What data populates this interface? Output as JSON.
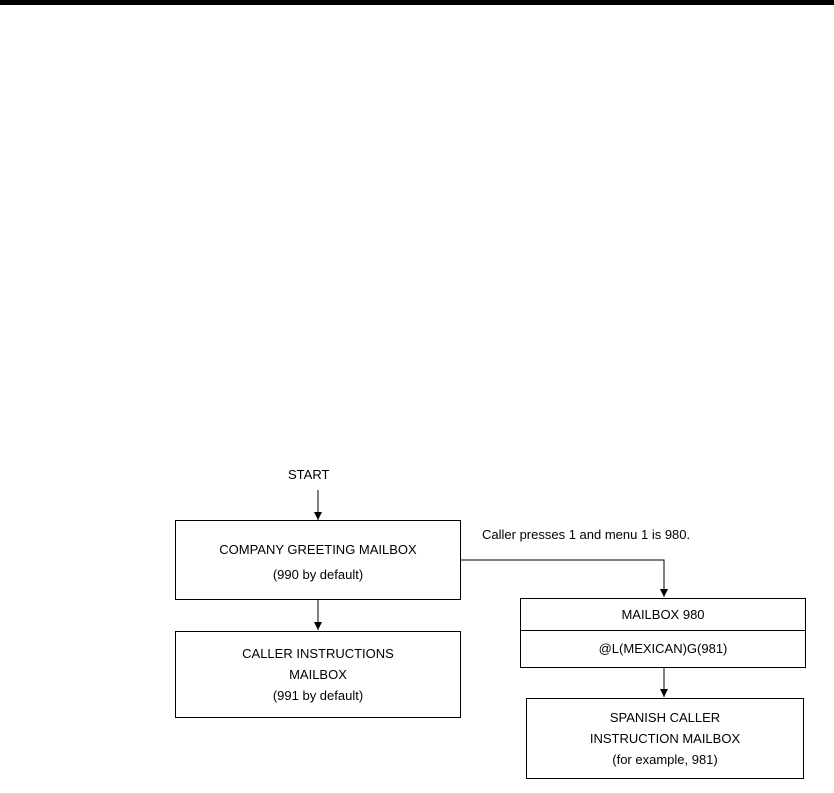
{
  "top_rule_color": "#000000",
  "start_label": "START",
  "edge_label": "Caller presses 1 and menu 1 is 980.",
  "company_greeting": {
    "line1": "COMPANY GREETING MAILBOX",
    "line2": "(990 by default)"
  },
  "caller_instructions": {
    "line1": "CALLER INSTRUCTIONS",
    "line2": "MAILBOX",
    "line3": "(991 by default)"
  },
  "mailbox_980": {
    "header": "MAILBOX  980",
    "body": "@L(MEXICAN)G(981)"
  },
  "spanish_instruction": {
    "line1": "SPANISH CALLER",
    "line2": "INSTRUCTION MAILBOX",
    "line3": "(for example, 981)"
  }
}
